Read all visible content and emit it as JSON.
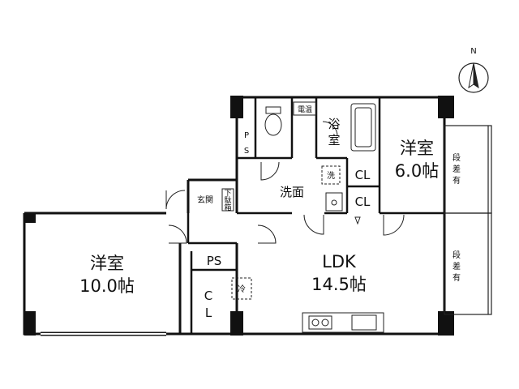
{
  "compass": {
    "north_label": "N"
  },
  "rooms": {
    "western_large": {
      "name": "洋室",
      "size": "10.0帖"
    },
    "western_small": {
      "name": "洋室",
      "size": "6.0帖"
    },
    "ldk": {
      "name": "LDK",
      "size": "14.5帖"
    },
    "bath": {
      "line1": "浴",
      "line2": "室"
    },
    "washroom": {
      "name": "洗面"
    },
    "entrance": {
      "name": "玄関"
    },
    "shoe_box": {
      "line1": "下",
      "line2": "駄",
      "line3": "箱"
    }
  },
  "fixtures": {
    "ps_top": {
      "line1": "P",
      "line2": "S"
    },
    "ps_mid": {
      "name": "PS"
    },
    "cl_upper": {
      "name": "CL"
    },
    "cl_lower": {
      "name": "CL"
    },
    "cl_vertical": {
      "line1": "C",
      "line2": "L"
    },
    "water_heater": {
      "name": "電温"
    },
    "washer": {
      "name": "洗"
    },
    "fridge": {
      "name": "冷"
    }
  },
  "balcony_notes": {
    "upper": {
      "line1": "段",
      "line2": "差",
      "line3": "有"
    },
    "lower": {
      "line1": "段",
      "line2": "差",
      "line3": "有"
    }
  }
}
